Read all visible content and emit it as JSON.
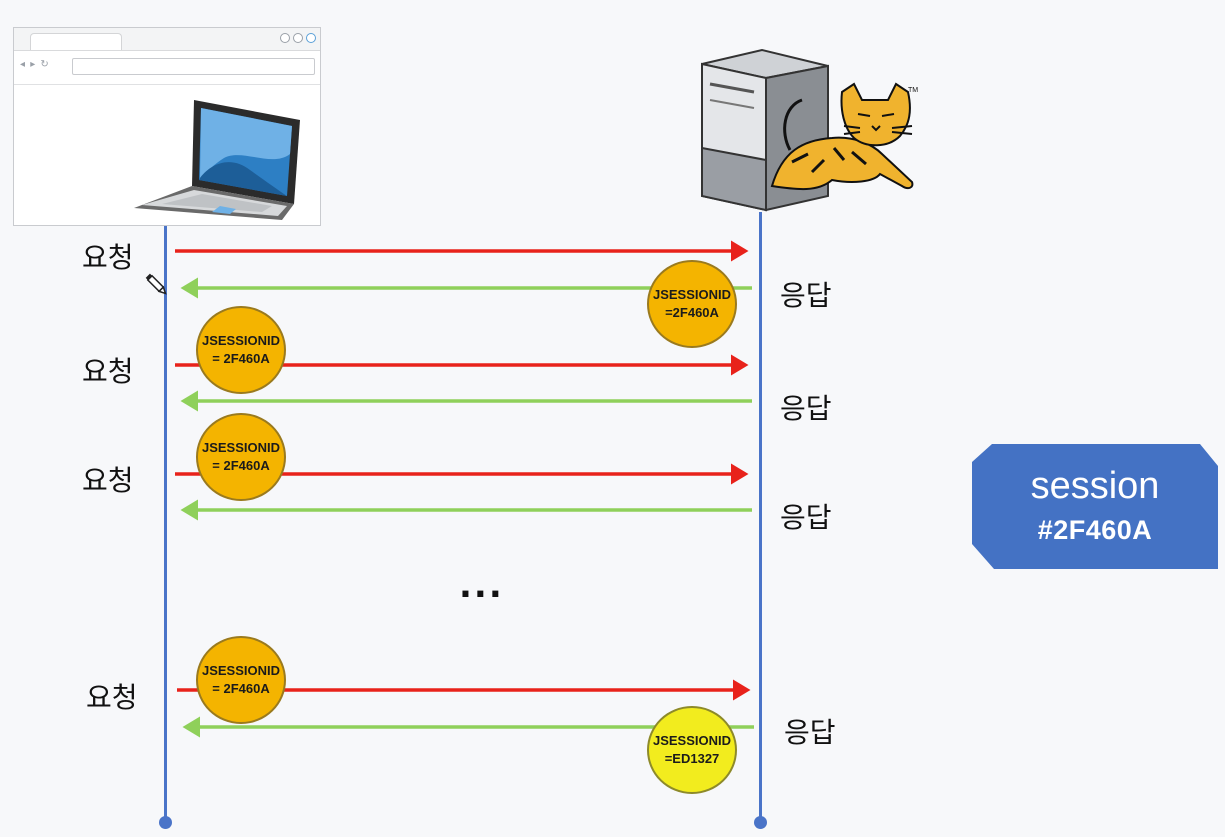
{
  "request_label": "요청",
  "response_label": "응답",
  "session_badges": [
    {
      "line1": "JSESSIONID",
      "line2": "=2F460A",
      "color": "#f4b400"
    },
    {
      "line1": "JSESSIONID",
      "line2": "= 2F460A",
      "color": "#f4b400"
    },
    {
      "line1": "JSESSIONID",
      "line2": "= 2F460A",
      "color": "#f4b400"
    },
    {
      "line1": "JSESSIONID",
      "line2": "= 2F460A",
      "color": "#f4b400"
    },
    {
      "line1": "JSESSIONID",
      "line2": "=ED1327",
      "color": "#f2ec1e"
    }
  ],
  "ellipsis": "...",
  "session_box": {
    "title": "session",
    "id": "#2F460A",
    "color": "#4472c4"
  },
  "colors": {
    "request_arrow": "#e8221b",
    "response_arrow": "#8fd05a",
    "lifeline": "#4a74c8"
  },
  "icons": [
    "browser-window-icon",
    "laptop-icon",
    "server-tower-icon",
    "tomcat-logo-icon",
    "pencil-cursor-icon"
  ]
}
